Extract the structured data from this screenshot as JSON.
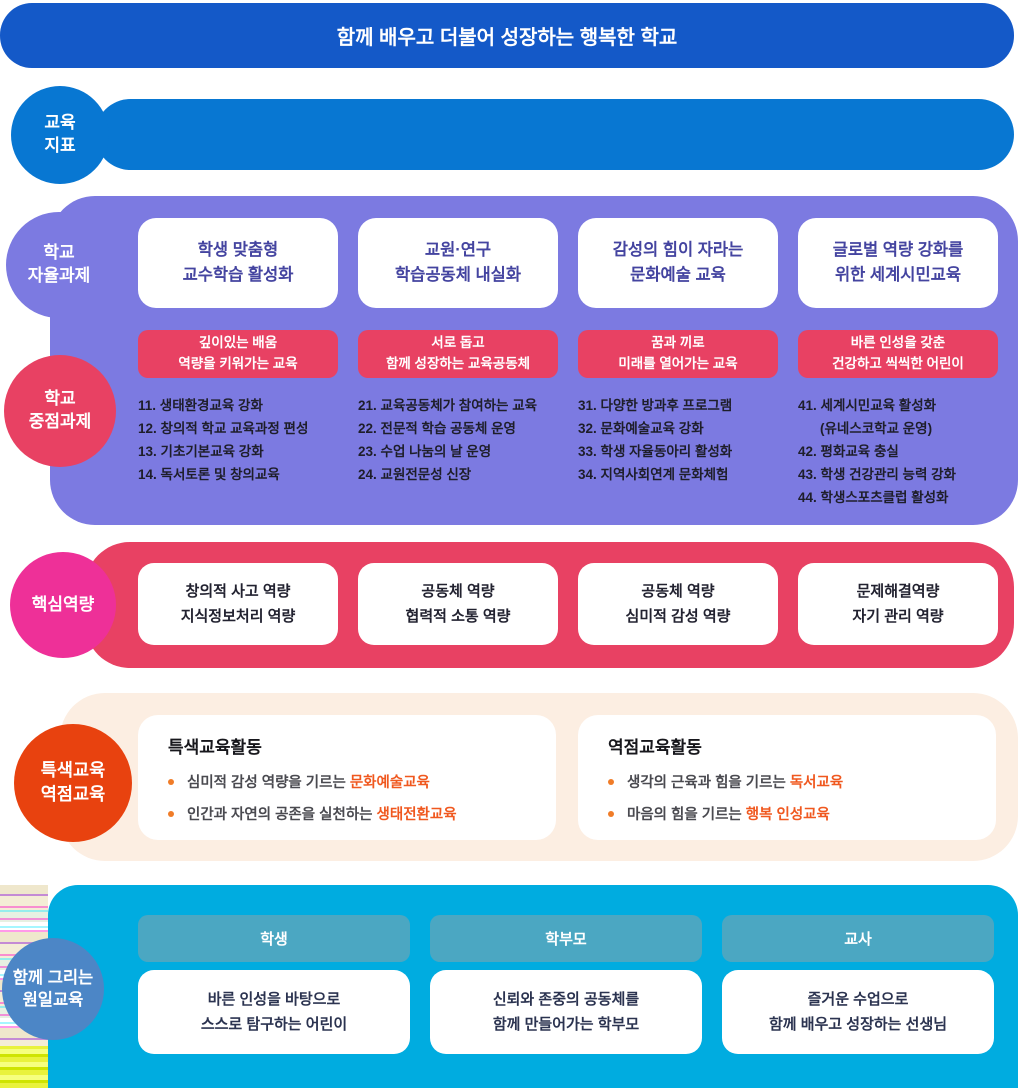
{
  "colors": {
    "title_banner": "#1459C8",
    "indicator_blue": "#0877D2",
    "panel_purple": "#7C7AE1",
    "crimson": "#E84163",
    "magenta_circle": "#EE3098",
    "peach_panel": "#FCEEE2",
    "orange_circle": "#E8420F",
    "orange_highlight": "#F0581F",
    "cyan_panel": "#00ACE0",
    "teal_header": "#4BA7C2",
    "wonil_circle_blue": "#4C86C6"
  },
  "title_banner": "함께 배우고 더불어 성장하는 행복한 학교",
  "education_indicator": {
    "label_line1": "교육",
    "label_line2": "지표"
  },
  "school_tasks": {
    "autonomy_label_line1": "학교",
    "autonomy_label_line2": "자율과제",
    "focus_label_line1": "학교",
    "focus_label_line2": "중점과제",
    "columns": [
      {
        "card_line1": "학생 맞춤형",
        "card_line2": "교수학습 활성화",
        "banner_line1": "깊이있는 배움",
        "banner_line2": "역량을 키워가는 교육",
        "items": [
          "11. 생태환경교육 강화",
          "12. 창의적 학교 교육과정 편성",
          "13. 기초기본교육 강화",
          "14. 독서토론 및 창의교육"
        ]
      },
      {
        "card_line1": "교원·연구",
        "card_line2": "학습공동체 내실화",
        "banner_line1": "서로 돕고",
        "banner_line2": "함께 성장하는 교육공동체",
        "items": [
          "21. 교육공동체가 참여하는 교육",
          "22. 전문적 학습 공동체 운영",
          "23. 수업 나눔의 날 운영",
          "24. 교원전문성 신장"
        ]
      },
      {
        "card_line1": "감성의 힘이 자라는",
        "card_line2": "문화예술 교육",
        "banner_line1": "꿈과 끼로",
        "banner_line2": "미래를 열어가는 교육",
        "items": [
          "31. 다양한 방과후 프로그램",
          "32. 문화예술교육 강화",
          "33. 학생 자율동아리 활성화",
          "34. 지역사회연계 문화체험"
        ]
      },
      {
        "card_line1": "글로벌 역량 강화를",
        "card_line2": "위한 세계시민교육",
        "banner_line1": "바른 인성을 갖춘",
        "banner_line2": "건강하고 씩씩한 어린이",
        "items": [
          "41. 세계시민교육 활성화",
          "(유네스코학교 운영)",
          "42. 평화교육 충실",
          "43. 학생 건강관리 능력 강화",
          "44. 학생스포츠클럽 활성화"
        ]
      }
    ]
  },
  "core_competencies": {
    "label": "핵심역량",
    "cards": [
      {
        "line1": "창의적 사고 역량",
        "line2": "지식정보처리 역량"
      },
      {
        "line1": "공동체 역량",
        "line2": "협력적 소통 역량"
      },
      {
        "line1": "공동체 역량",
        "line2": "심미적 감성 역량"
      },
      {
        "line1": "문제해결역량",
        "line2": "자기 관리 역량"
      }
    ]
  },
  "special_education": {
    "label_line1": "특색교육",
    "label_line2": "역점교육",
    "cards": [
      {
        "heading": "특색교육활동",
        "bullets": [
          {
            "text": "심미적 감성 역량을 기르는",
            "highlight": "문화예술교육"
          },
          {
            "text": "인간과 자연의 공존을 실천하는",
            "highlight": "생태전환교육"
          }
        ]
      },
      {
        "heading": "역점교육활동",
        "bullets": [
          {
            "text": "생각의 근육과 힘을 기르는",
            "highlight": "독서교육"
          },
          {
            "text": "마음의 힘을 기르는",
            "highlight": "행복 인성교육"
          }
        ]
      }
    ]
  },
  "wonil_education": {
    "label_line1": "함께 그리는",
    "label_line2": "원일교육",
    "columns": [
      {
        "header": "학생",
        "line1": "바른 인성을 바탕으로",
        "line2": "스스로 탐구하는 어린이"
      },
      {
        "header": "학부모",
        "line1": "신뢰와 존중의 공동체를",
        "line2": "함께 만들어가는 학부모"
      },
      {
        "header": "교사",
        "line1": "즐거운 수업으로",
        "line2": "함께 배우고 성장하는 선생님"
      }
    ]
  }
}
